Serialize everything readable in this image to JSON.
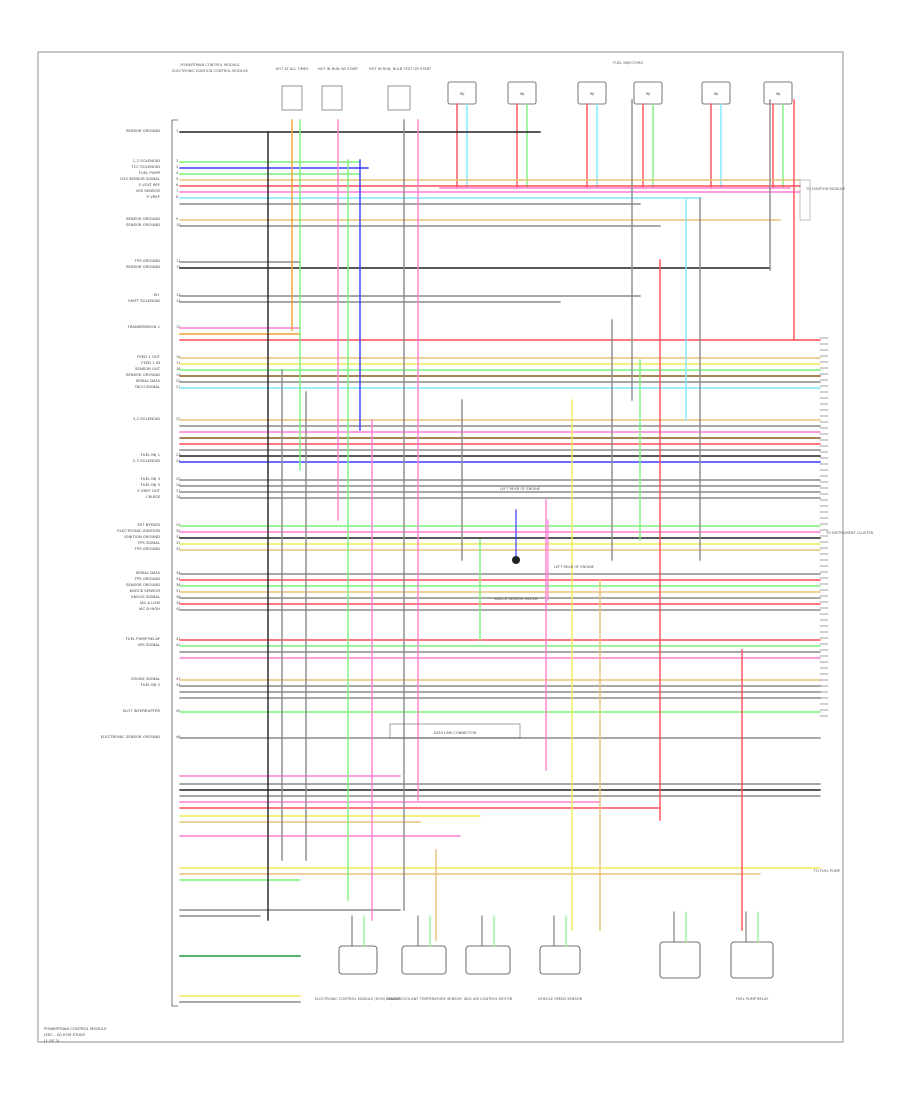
{
  "diagram": {
    "header_labels": [
      "POWERTRAIN CONTROL MODULE",
      "ELECTRONIC IGNITION CONTROL MODULE",
      "HOT AT ALL TIMES",
      "HOT IN RUN OR START",
      "HOT IN RUN, BULB TEST OR START"
    ],
    "injector_title": "FUEL INJECTORS",
    "pcm_pin_labels": [
      "SENSOR GROUND",
      "1-2 SOLENOID",
      "TCC SOLENOID",
      "FUEL PUMP",
      "O2S SENSOR SIGNAL",
      "5 VOLT REF",
      "VSS SENSOR",
      "5 VREF",
      "SENSOR GROUND",
      "SENSOR GROUND",
      "TPS GROUND",
      "SENSOR GROUND",
      "B+",
      "SHIFT SOLENOID",
      "TRANSMISSION 1",
      "FEED 1 OUT",
      "FEED 1 IN",
      "SENSOR OUT",
      "SENSOR GROUND",
      "SERIAL DATA",
      "TACH SIGNAL",
      "3-2 SOLENOID",
      "FUEL INJ 1",
      "2-3 SOLENOID",
      "FUEL INJ 3",
      "FUEL INJ 5",
      "5 VREF OUT",
      "CRUISE",
      "EST BYPASS",
      "ELECTRONIC IGNITION",
      "IGNITION GROUND",
      "TPS SIGNAL",
      "TPS GROUND",
      "SERIAL DATA",
      "TPS GROUND",
      "SENSOR GROUND",
      "KNOCK SENSOR",
      "KNOCK SIGNAL",
      "IAC A LOW",
      "IAC B HIGH",
      "FUEL PUMP RELAY",
      "VSS SIGNAL",
      "CRUISE SIGNAL",
      "FUEL INJ 2",
      "SLOT INTERRUPTER",
      "ELECTRONIC SENSOR GROUND"
    ],
    "connector_label": "DATA LINK CONNECTOR",
    "center_labels": [
      "LEFT REAR OF ENGINE",
      "KNOCK SENSOR SHIELD",
      "LEFT REAR OF ENGINE"
    ],
    "bottom_components": [
      "ELECTRONIC CONTROL MODULE (ECM) SENSOR",
      "ENGINE COOLANT TEMPERATURE SENSOR",
      "IDLE AIR CONTROL MOTOR",
      "VEHICLE SPEED SENSOR",
      "FUEL PUMP RELAY"
    ],
    "right_labels": [
      "TO IGNITION MODULE",
      "TO INSTRUMENT CLUSTER",
      "TO FUEL PUMP"
    ],
    "footer_title": "POWERTRAIN CONTROL MODULE",
    "footer_sub": "(EEC - IV) ECM STUDY",
    "footer_code": "(1 OF 2)"
  },
  "colors": {
    "black": "#222222",
    "grey": "#8a8a8a",
    "red": "#ff4d5a",
    "pink": "#ff7fd0",
    "green": "#7cf07c",
    "darkgreen": "#1f9a3a",
    "blue": "#3b3bff",
    "lightblue": "#7fe6ff",
    "yellow": "#ecec5a",
    "tan": "#e8c27a",
    "orange": "#f0a030",
    "brown": "#8a5a20",
    "purple": "#b04ad0"
  }
}
